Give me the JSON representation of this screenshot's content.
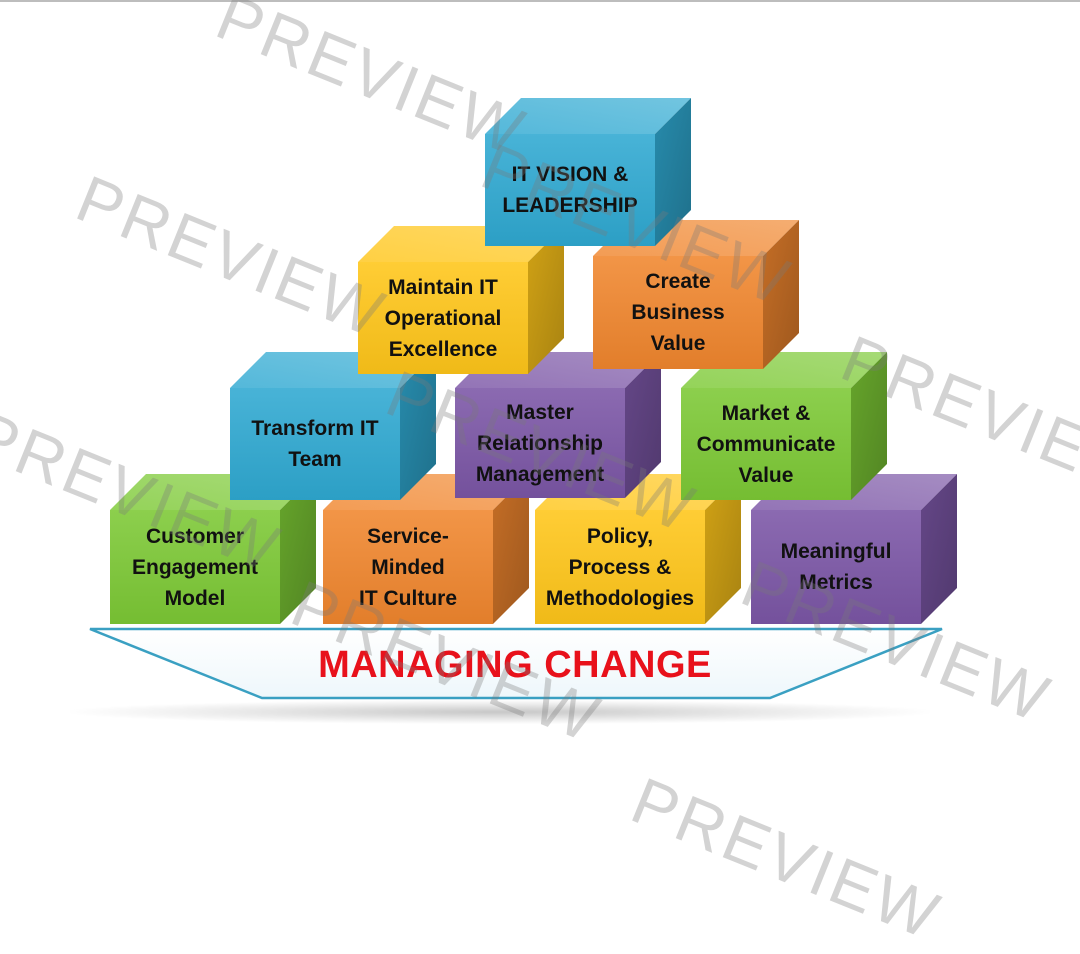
{
  "banner": {
    "title": "MANAGING CHANGE"
  },
  "watermark": {
    "text": "PREVIEW"
  },
  "blocks": {
    "vision": "IT VISION &\nLEADERSHIP",
    "operational": "Maintain IT\nOperational\nExcellence",
    "business_value": "Create\nBusiness\nValue",
    "transform_team": "Transform IT\nTeam",
    "relationship": "Master\nRelationship\nManagement",
    "market": "Market &\nCommunicate\nValue",
    "customer": "Customer\nEngagement\nModel",
    "culture": "Service-\nMinded\nIT Culture",
    "policy": "Policy,\nProcess &\nMethodologies",
    "metrics": "Meaningful\nMetrics"
  },
  "colors": {
    "blue": "#2fa9d2",
    "yellow": "#ffc61a",
    "orange": "#f0862e",
    "purple": "#7b56a6",
    "green": "#7cc935",
    "banner_title": "#e8111b",
    "tray_stroke": "#3aa0c2"
  }
}
